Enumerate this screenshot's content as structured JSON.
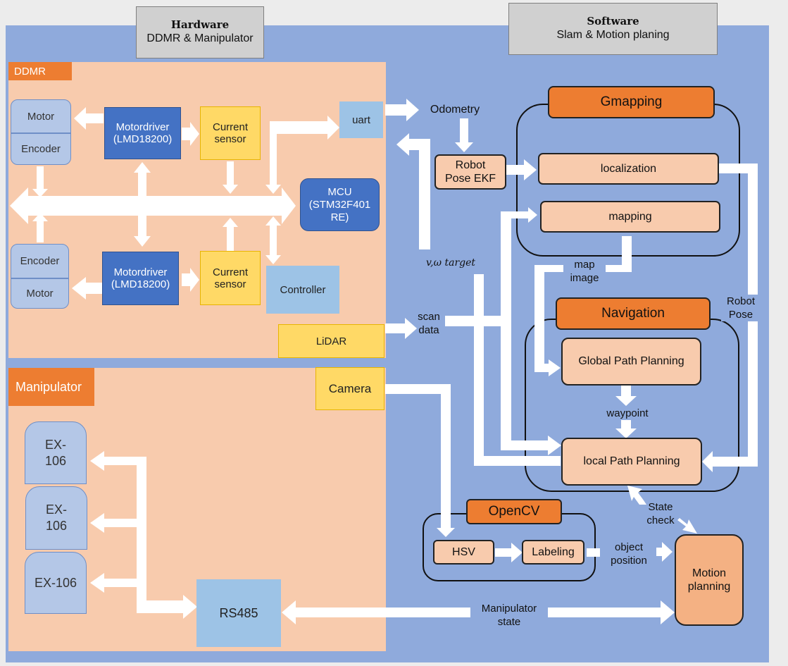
{
  "header": {
    "hardware_title": "Hardware",
    "hardware_subtitle": "DDMR & Manipulator",
    "software_title": "Software",
    "software_subtitle": "Slam & Motion planing"
  },
  "ddmr": {
    "label": "DDMR",
    "motor_top": "Motor",
    "encoder_top": "Encoder",
    "motordriver_top": "Motordriver\n(LMD18200)",
    "current_sensor_top": "Current\nsensor",
    "uart": "uart",
    "mcu": "MCU\n(STM32F401\nRE)",
    "encoder_bottom": "Encoder",
    "motor_bottom": "Motor",
    "motordriver_bottom": "Motordriver\n(LMD18200)",
    "current_sensor_bottom": "Current\nsensor",
    "controller": "Controller",
    "lidar": "LiDAR"
  },
  "manipulator": {
    "label": "Manipulator",
    "camera": "Camera",
    "ex1": "EX-\n106",
    "ex2": "EX-\n106",
    "ex3": "EX-106",
    "rs485": "RS485"
  },
  "software": {
    "odometry": "Odometry",
    "robot_pose_ekf": "Robot\nPose EKF",
    "vw_target": "v,ω target",
    "scan_data": "scan\ndata",
    "gmapping": "Gmapping",
    "localization": "localization",
    "mapping": "mapping",
    "map_image": "map\nimage",
    "robot_pose": "Robot\nPose",
    "navigation": "Navigation",
    "global_path": "Global Path  Planning",
    "waypoint": "waypoint",
    "local_path": "local Path  Planning",
    "state_check": "State\ncheck",
    "opencv": "OpenCV",
    "hsv": "HSV",
    "labeling": "Labeling",
    "object_position": "object\nposition",
    "motion_planning": "Motion\nplanning",
    "manipulator_state": "Manipulator\nstate"
  }
}
